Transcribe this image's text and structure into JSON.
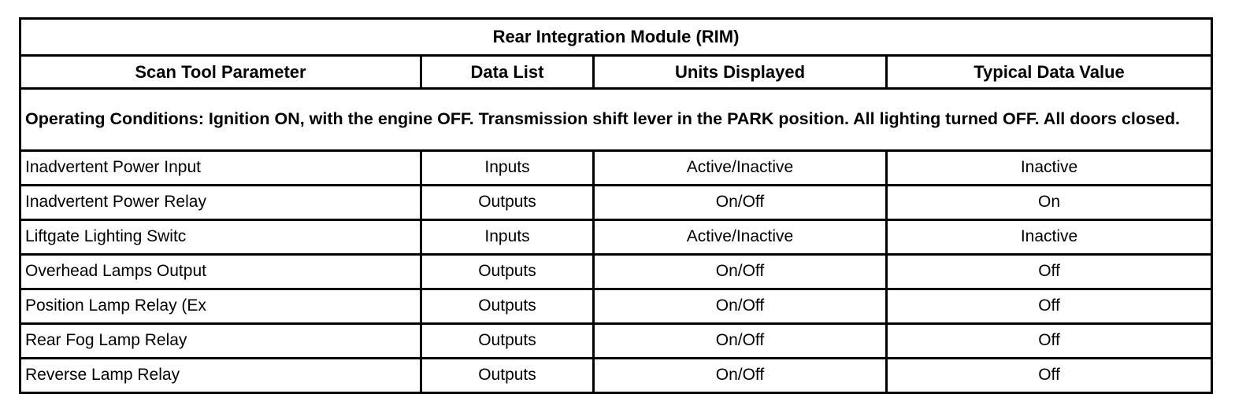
{
  "table": {
    "title": "Rear Integration Module (RIM)",
    "columns": [
      "Scan Tool Parameter",
      "Data List",
      "Units Displayed",
      "Typical Data Value"
    ],
    "operating_conditions": "Operating Conditions: Ignition ON, with the engine OFF. Transmission shift lever in the PARK position. All lighting turned OFF. All doors closed.",
    "rows": [
      {
        "parameter": "Inadvertent Power Input",
        "data_list": "Inputs",
        "units_displayed": "Active/Inactive",
        "typical_data_value": "Inactive"
      },
      {
        "parameter": "Inadvertent Power Relay",
        "data_list": "Outputs",
        "units_displayed": "On/Off",
        "typical_data_value": "On"
      },
      {
        "parameter": "Liftgate Lighting Switc",
        "data_list": "Inputs",
        "units_displayed": "Active/Inactive",
        "typical_data_value": "Inactive"
      },
      {
        "parameter": "Overhead Lamps Output",
        "data_list": "Outputs",
        "units_displayed": "On/Off",
        "typical_data_value": "Off"
      },
      {
        "parameter": "Position Lamp Relay (Ex",
        "data_list": "Outputs",
        "units_displayed": "On/Off",
        "typical_data_value": "Off"
      },
      {
        "parameter": "Rear Fog Lamp Relay",
        "data_list": "Outputs",
        "units_displayed": "On/Off",
        "typical_data_value": "Off"
      },
      {
        "parameter": "Reverse Lamp Relay",
        "data_list": "Outputs",
        "units_displayed": "On/Off",
        "typical_data_value": "Off"
      }
    ]
  },
  "colors": {
    "page_background": "#ffffff",
    "cell_background": "#ffffff",
    "border": "#000000",
    "text": "#000000"
  }
}
